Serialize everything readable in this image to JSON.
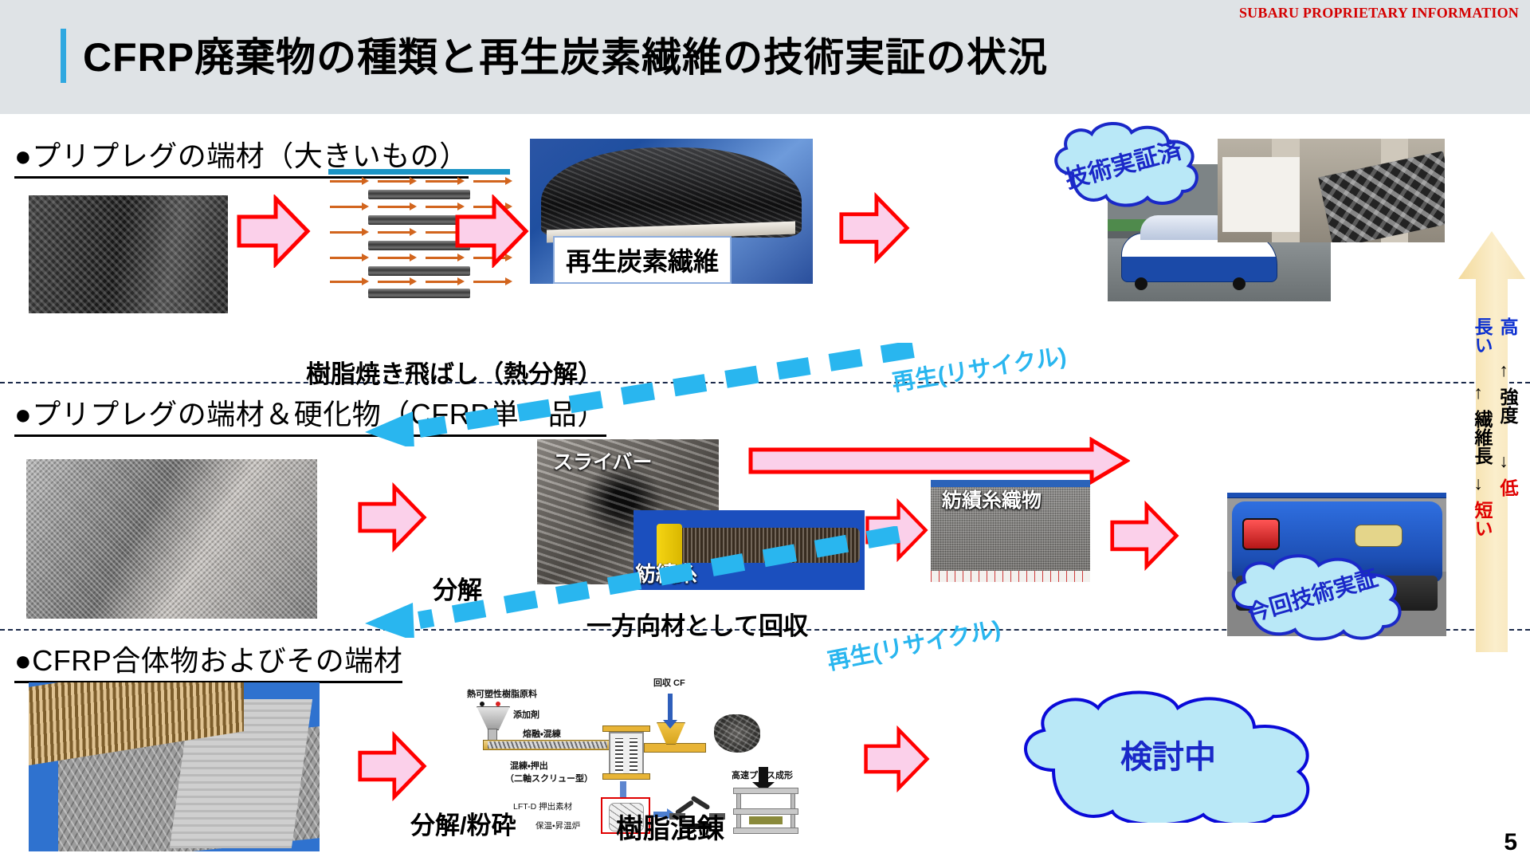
{
  "header": {
    "proprietary_notice": "SUBARU PROPRIETARY INFORMATION",
    "title": "CFRP廃棄物の種類と再生炭素繊維の技術実証の状況"
  },
  "page_number": "5",
  "sections": [
    {
      "id": "prepreg-large-offcuts",
      "heading": "●プリプレグの端材（大きいもの）",
      "process_caption": "樹脂焼き飛ばし（熱分解）",
      "product_caption": "再生炭素繊維",
      "status_cloud": "技術実証済"
    },
    {
      "id": "prepreg-offcuts-and-cured",
      "heading": "●プリプレグの端材＆硬化物（CFRP単一品）",
      "process_caption": "分解",
      "recovery_caption": "一方向材として回収",
      "sliver_label": "スライバー",
      "spun_yarn_label": "紡績糸",
      "woven_label": "紡績糸織物",
      "status_cloud": "今回技術実証"
    },
    {
      "id": "cfrp-assemblies",
      "heading": "●CFRP合体物およびその端材",
      "process_caption": "分解/粉砕",
      "compound_caption": "樹脂混錬",
      "status_cloud": "検討中"
    }
  ],
  "recycle_arrows": [
    {
      "label": "再生(リサイクル)"
    },
    {
      "label": "再生(リサイクル)"
    }
  ],
  "compound_diagram": {
    "labels": [
      "熱可塑性樹脂原料",
      "添加剤",
      "熔融・混練",
      "混練・押出",
      "（二軸スクリュー型）",
      "回収 CF",
      "高速プレス成形",
      "LFT-D 押出素材",
      "保温・昇温炉"
    ]
  },
  "scale_arrow": {
    "strength_column": {
      "top": "高",
      "middle": "強度",
      "bottom": "低",
      "up_arrow": "↑",
      "down_arrow": "↓"
    },
    "fiber_length_column": {
      "top": "長い",
      "middle": "繊維長",
      "bottom": "短い",
      "up_arrow": "↑",
      "down_arrow": "↓"
    }
  },
  "colors": {
    "header_band": "#dfe3e6",
    "title_accent": "#2fa8e0",
    "proprietary_red": "#d40000",
    "arrow_pink_fill": "#fbd0ea",
    "arrow_red_stroke": "#ff0000",
    "recycle_cyan": "#29b6ef",
    "cloud_fill": "#b9e8f7",
    "cloud_stroke": "#1a28c8",
    "scale_gradient_from": "#f7e2ae",
    "scale_gradient_to": "#fbf0d2"
  }
}
